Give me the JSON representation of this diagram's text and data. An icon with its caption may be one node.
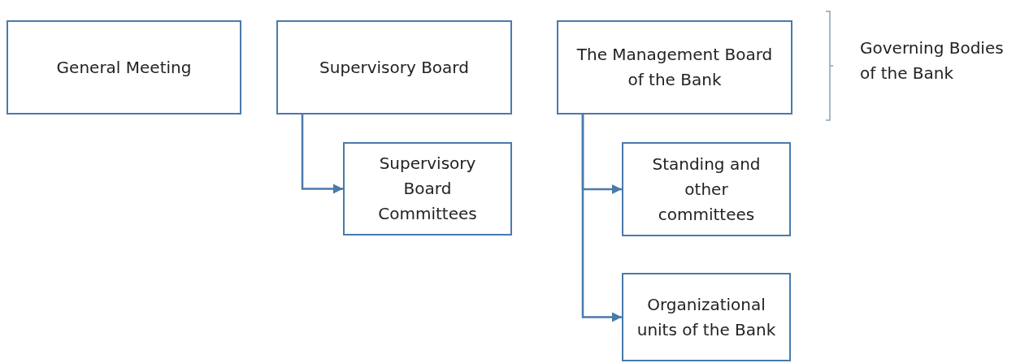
{
  "diagram": {
    "nodes": [
      {
        "text": [
          "General Meeting"
        ]
      },
      {
        "text": [
          "Supervisory Board"
        ]
      },
      {
        "text": [
          "Supervisory Board Committees"
        ]
      },
      {
        "text": [
          "The Management Board of the Bank"
        ]
      },
      {
        "text": [
          "Standing and other committees"
        ]
      },
      {
        "text": [
          "Organizational units of the Bank"
        ]
      }
    ],
    "edges": [
      {
        "from": 1,
        "to": 2,
        "arrow": "to"
      },
      {
        "from": 3,
        "to": 4,
        "arrow": "to"
      },
      {
        "from": 3,
        "to": 5,
        "arrow": "to"
      }
    ],
    "labels": [
      "Governing Bodies of the Bank"
    ]
  }
}
